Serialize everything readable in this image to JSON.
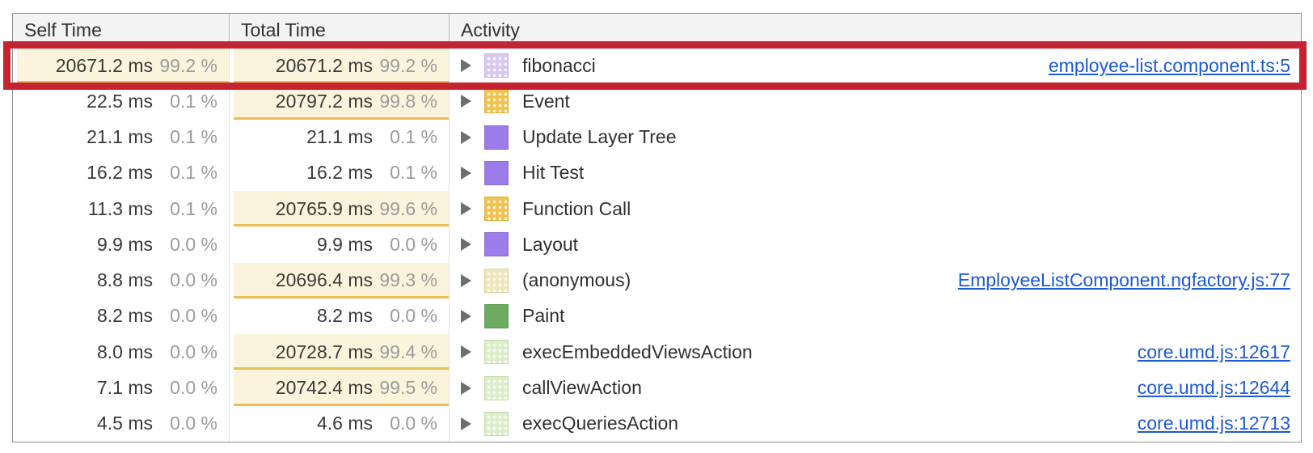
{
  "table": {
    "columns": [
      "Self Time",
      "Total Time",
      "Activity"
    ],
    "rows": [
      {
        "self_ms": "20671.2 ms",
        "self_pct": "99.2 %",
        "self_hl": true,
        "total_ms": "20671.2 ms",
        "total_pct": "99.2 %",
        "total_hl": true,
        "activity": "fibonacci",
        "swatch": "js_purple",
        "link": "employee-list.component.ts:5",
        "annotated": true
      },
      {
        "self_ms": "22.5 ms",
        "self_pct": "0.1 %",
        "self_hl": false,
        "total_ms": "20797.2 ms",
        "total_pct": "99.8 %",
        "total_hl": true,
        "activity": "Event",
        "swatch": "scripting",
        "link": "",
        "annotated": false
      },
      {
        "self_ms": "21.1 ms",
        "self_pct": "0.1 %",
        "self_hl": false,
        "total_ms": "21.1 ms",
        "total_pct": "0.1 %",
        "total_hl": false,
        "activity": "Update Layer Tree",
        "swatch": "rendering",
        "link": "",
        "annotated": false
      },
      {
        "self_ms": "16.2 ms",
        "self_pct": "0.1 %",
        "self_hl": false,
        "total_ms": "16.2 ms",
        "total_pct": "0.1 %",
        "total_hl": false,
        "activity": "Hit Test",
        "swatch": "rendering",
        "link": "",
        "annotated": false
      },
      {
        "self_ms": "11.3 ms",
        "self_pct": "0.1 %",
        "self_hl": false,
        "total_ms": "20765.9 ms",
        "total_pct": "99.6 %",
        "total_hl": true,
        "activity": "Function Call",
        "swatch": "scripting",
        "link": "",
        "annotated": false
      },
      {
        "self_ms": "9.9 ms",
        "self_pct": "0.0 %",
        "self_hl": false,
        "total_ms": "9.9 ms",
        "total_pct": "0.0 %",
        "total_hl": false,
        "activity": "Layout",
        "swatch": "rendering",
        "link": "",
        "annotated": false
      },
      {
        "self_ms": "8.8 ms",
        "self_pct": "0.0 %",
        "self_hl": false,
        "total_ms": "20696.4 ms",
        "total_pct": "99.3 %",
        "total_hl": true,
        "activity": "(anonymous)",
        "swatch": "js_tan",
        "link": "EmployeeListComponent.ngfactory.js:77",
        "annotated": false
      },
      {
        "self_ms": "8.2 ms",
        "self_pct": "0.0 %",
        "self_hl": false,
        "total_ms": "8.2 ms",
        "total_pct": "0.0 %",
        "total_hl": false,
        "activity": "Paint",
        "swatch": "painting",
        "link": "",
        "annotated": false
      },
      {
        "self_ms": "8.0 ms",
        "self_pct": "0.0 %",
        "self_hl": false,
        "total_ms": "20728.7 ms",
        "total_pct": "99.4 %",
        "total_hl": true,
        "activity": "execEmbeddedViewsAction",
        "swatch": "js_green",
        "link": "core.umd.js:12617",
        "annotated": false
      },
      {
        "self_ms": "7.1 ms",
        "self_pct": "0.0 %",
        "self_hl": false,
        "total_ms": "20742.4 ms",
        "total_pct": "99.5 %",
        "total_hl": true,
        "activity": "callViewAction",
        "swatch": "js_green",
        "link": "core.umd.js:12644",
        "annotated": false
      },
      {
        "self_ms": "4.5 ms",
        "self_pct": "0.0 %",
        "self_hl": false,
        "total_ms": "4.6 ms",
        "total_pct": "0.0 %",
        "total_hl": false,
        "activity": "execQueriesAction",
        "swatch": "js_green",
        "link": "core.umd.js:12713",
        "annotated": false
      }
    ]
  },
  "swatches": {
    "js_purple": {
      "bg": "#d7c8f0",
      "border": "#c2b0e5",
      "dotted": true
    },
    "scripting": {
      "bg": "#f2c14e",
      "border": "#dfae3c",
      "dotted": true
    },
    "rendering": {
      "bg": "#9b7ce8",
      "border": "#8a6cd4",
      "dotted": false
    },
    "js_tan": {
      "bg": "#efe5bd",
      "border": "#ddcf9b",
      "dotted": true
    },
    "painting": {
      "bg": "#6dab60",
      "border": "#5f9a54",
      "dotted": false
    },
    "js_green": {
      "bg": "#dcedca",
      "border": "#c5dcad",
      "dotted": true
    }
  },
  "colors": {
    "link": "#1d5ad5",
    "highlight_bg": "#fbf4dc",
    "highlight_underline": "#ecbe57",
    "annotation_red": "#c5232f"
  }
}
